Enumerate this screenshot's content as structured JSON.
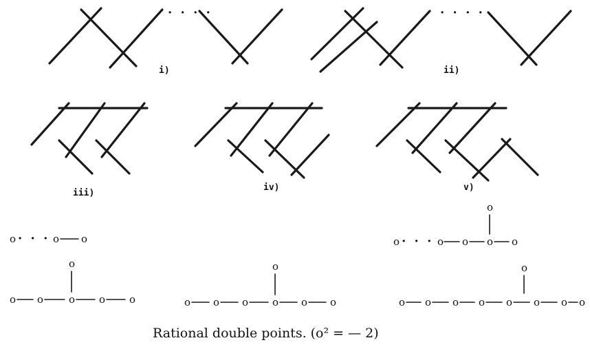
{
  "figure": {
    "diagram_labels": [
      "i)",
      "ii)",
      "iii)",
      "iv)",
      "v)"
    ],
    "dot_ellipsis": "· · · ·",
    "node_glyph": "o",
    "graph_ellipsis": "· · ·",
    "caption": "Rational double points.  (o² = — 2)"
  }
}
